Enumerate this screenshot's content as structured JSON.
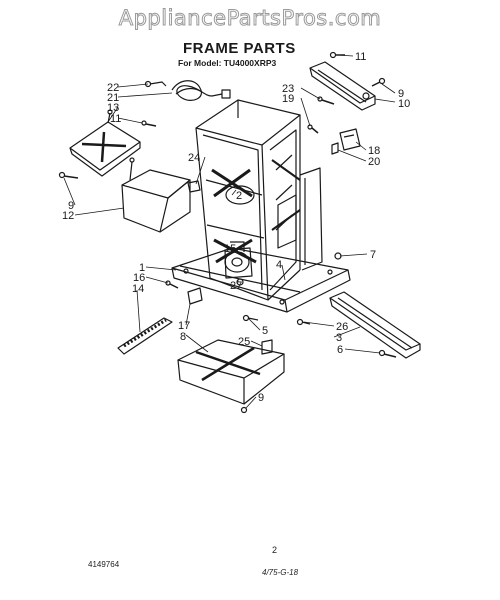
{
  "watermark": "AppliancePartsPros.com",
  "header": {
    "title": "FRAME PARTS",
    "subtitle": "For Model: TU4000XRP3"
  },
  "callouts": {
    "c1": "1",
    "c2": "2",
    "c3": "3",
    "c4": "4",
    "c5": "5",
    "c6": "6",
    "c7": "7",
    "c8": "8",
    "c9a": "9",
    "c9b": "9",
    "c9c": "9",
    "c10": "10",
    "c11a": "11",
    "c11b": "11",
    "c12": "12",
    "c13": "13",
    "c14": "14",
    "c15": "15",
    "c16": "16",
    "c17": "17",
    "c18": "18",
    "c19": "19",
    "c20": "20",
    "c21": "21",
    "c22": "22",
    "c23": "23",
    "c24": "24",
    "c25": "25",
    "c26": "26",
    "c27": "27"
  },
  "footer": {
    "doc_number": "4149764",
    "page_number": "2",
    "date_code": "4/75-G-18"
  }
}
